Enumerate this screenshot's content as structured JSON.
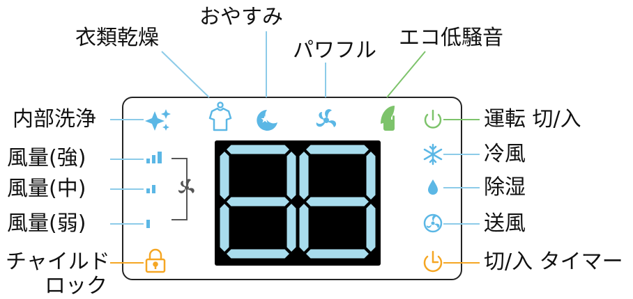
{
  "labels": {
    "top": {
      "dry": "衣類乾燥",
      "sleep": "おやすみ",
      "power": "パワフル",
      "eco": "エコ低騒音"
    },
    "left": {
      "clean": "内部洗浄",
      "fan_high": "風量(強)",
      "fan_mid": "風量(中)",
      "fan_low": "風量(弱)",
      "child_lock_line1": "チャイルド",
      "child_lock_line2": "ロック"
    },
    "right": {
      "onoff": "運転 切/入",
      "cool": "冷風",
      "dehumid": "除湿",
      "fan": "送風",
      "timer": "切/入 タイマー"
    }
  },
  "display": {
    "digits": "88"
  },
  "colors": {
    "blue": "#5bb7e5",
    "green": "#7dc36b",
    "orange": "#f5a623",
    "gray": "#555555",
    "segment": "#a8dced",
    "panel_border": "#222222"
  },
  "icons": {
    "clean": "sparkle-icon",
    "dry": "shirt-icon",
    "sleep": "moon-icon",
    "power": "fan-swirl-icon",
    "eco": "leaf-hand-icon",
    "onoff": "power-icon",
    "cool": "snowflake-icon",
    "dehumid": "droplet-icon",
    "fan": "fan-circle-icon",
    "timer": "timer-icon",
    "lock": "lock-icon",
    "fan_level": "fan-icon"
  }
}
